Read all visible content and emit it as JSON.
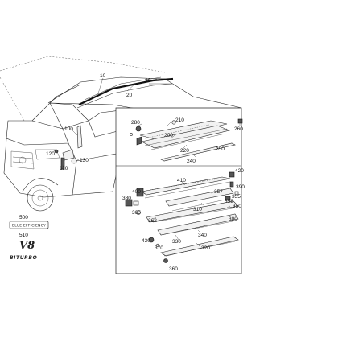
{
  "callouts": {
    "c10": "10",
    "c20": "20",
    "c30": "30",
    "c100": "100",
    "c110": "110",
    "c120": "120",
    "c130": "130",
    "c200": "200",
    "c210": "210",
    "c220": "220",
    "c240": "240",
    "c250": "250",
    "c260": "260",
    "c280": "280",
    "c300": "300",
    "c310": "310",
    "c320": "320",
    "c330": "330",
    "c340": "340",
    "c350": "350",
    "c355": "355",
    "c357": "357",
    "c358": "358",
    "c360": "360",
    "c362": "362",
    "c365": "365",
    "c370": "370",
    "c380": "380",
    "c390": "390",
    "c400": "400",
    "c410": "410",
    "c420": "420",
    "c430": "430",
    "c500": "500",
    "c510": "510"
  },
  "badges": {
    "efficiency": "BLUE EFFICIENCY",
    "v8": "V8",
    "biturbo": "BITURBO"
  },
  "colors": {
    "line": "#222222",
    "background": "#ffffff",
    "part_fill": "#f2f2f2"
  }
}
